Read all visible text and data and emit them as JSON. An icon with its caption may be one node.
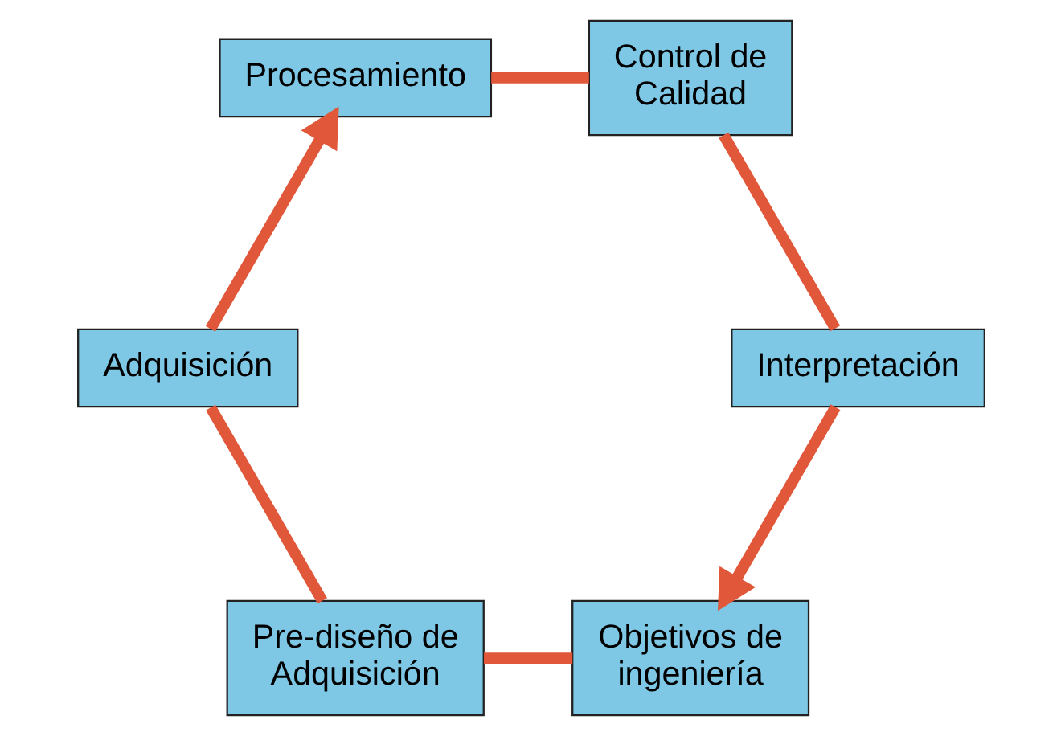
{
  "diagram": {
    "nodes": [
      {
        "text": [
          "Objetivos de ingeniería"
        ]
      },
      {
        "text": [
          "Pre-diseño de Adquisición"
        ]
      },
      {
        "text": [
          "Adquisición"
        ]
      },
      {
        "text": [
          "Procesamiento"
        ]
      },
      {
        "text": [
          "Control de Calidad"
        ]
      },
      {
        "text": [
          "Interpretación"
        ]
      }
    ],
    "edges": [
      {
        "from": 0,
        "to": 1,
        "arrow": "none"
      },
      {
        "from": 1,
        "to": 2,
        "arrow": "none"
      },
      {
        "from": 2,
        "to": 3,
        "arrow": "to"
      },
      {
        "from": 3,
        "to": 4,
        "arrow": "none"
      },
      {
        "from": 4,
        "to": 5,
        "arrow": "none"
      },
      {
        "from": 5,
        "to": 0,
        "arrow": "to"
      }
    ]
  }
}
